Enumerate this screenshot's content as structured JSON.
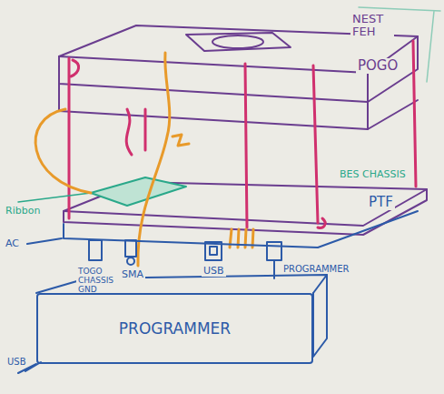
{
  "diagram": {
    "nodes": [
      {
        "text": [
          "PROGRAMMER"
        ]
      }
    ],
    "labels": [
      "NEST FEH",
      "POGO",
      "BES CHASSIS",
      "PTF",
      "Ribbon",
      "AC",
      "TOGO CHASSIS GND",
      "SMA",
      "USB",
      "PROGRAMMER",
      "USB"
    ]
  }
}
